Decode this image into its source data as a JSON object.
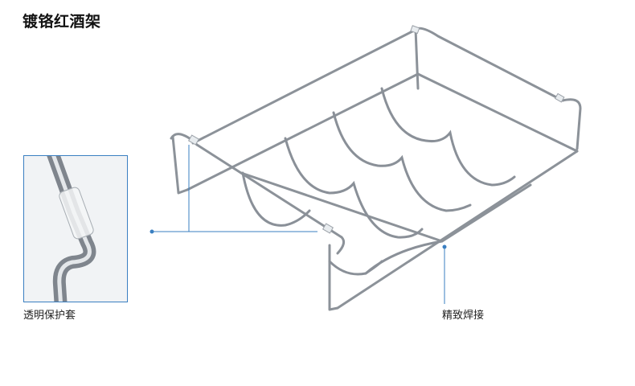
{
  "product_title": "镀铬红酒架",
  "callouts": {
    "cover_label": "透明保护套",
    "weld_label": "精致焊接"
  },
  "colors": {
    "callout_line": "#3a7fc1",
    "chrome": "#9aa0a8"
  }
}
